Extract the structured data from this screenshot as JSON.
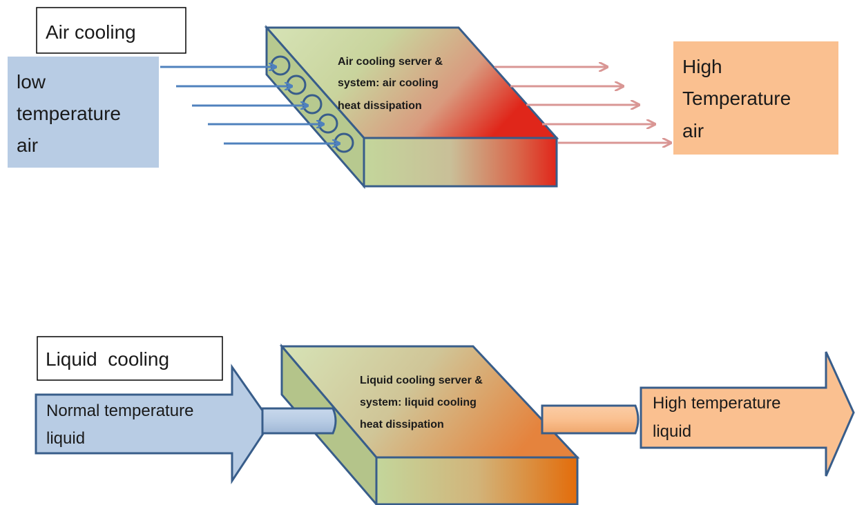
{
  "air_section": {
    "title": "Air cooling",
    "input": {
      "lines": [
        "low",
        "temperature",
        "air"
      ]
    },
    "server": {
      "lines": [
        "Air cooling server &",
        "system: air cooling",
        "heat dissipation"
      ]
    },
    "output": {
      "lines": [
        "High",
        "Temperature",
        "air"
      ]
    }
  },
  "liquid_section": {
    "title": "Liquid  cooling",
    "input": {
      "lines": [
        "Normal temperature",
        "liquid"
      ]
    },
    "server": {
      "lines": [
        "Liquid cooling server &",
        "system: liquid cooling",
        "heat dissipation"
      ]
    },
    "output": {
      "lines": [
        "High temperature",
        "liquid"
      ]
    }
  },
  "colors": {
    "cool_blue": "#b8cce4",
    "warm_orange": "#fac090",
    "outline_blue": "#385d8a",
    "arrow_blue": "#4f81bd",
    "arrow_pink": "#d99694",
    "hot_red": "#e0261a",
    "hot_orange": "#e36c0a",
    "server_green": "#c3d69b"
  }
}
